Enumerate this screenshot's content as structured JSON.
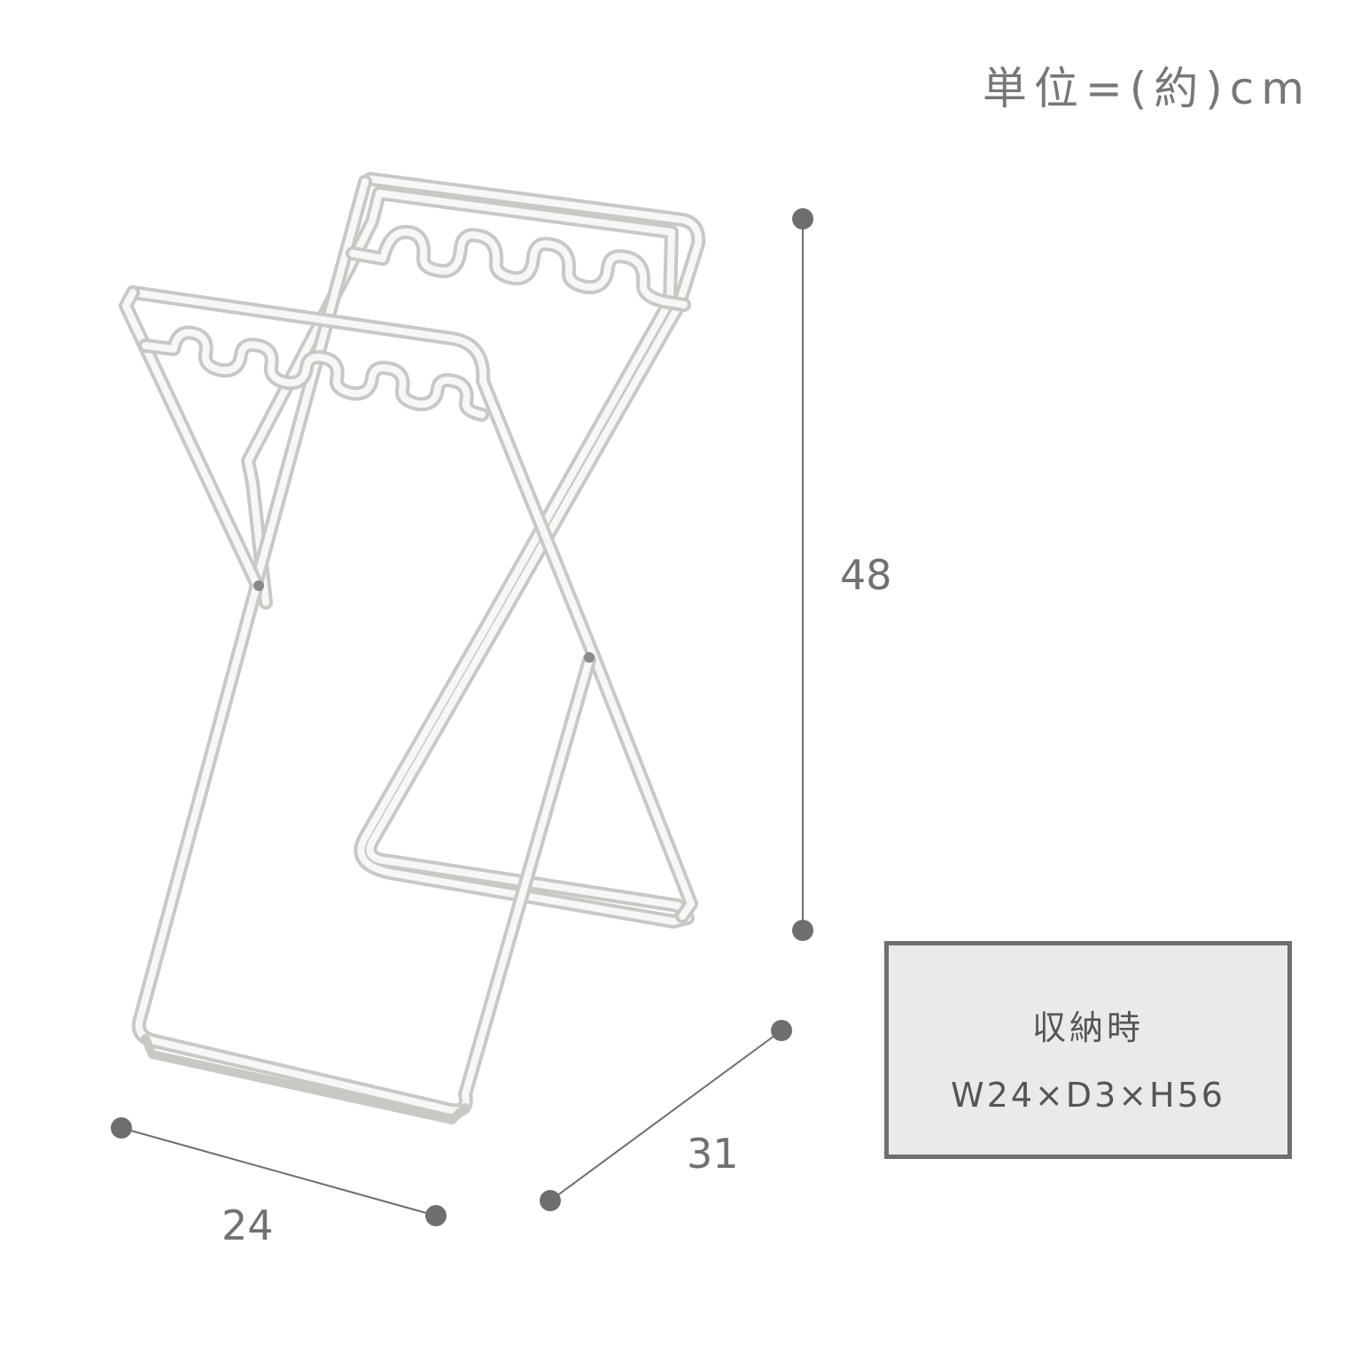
{
  "unit_label": "単位=(約)cm",
  "dimensions": {
    "height": "48",
    "width": "24",
    "depth": "31"
  },
  "storage": {
    "title": "収納時",
    "dims": "W24×D3×H56"
  },
  "colors": {
    "frame_stroke": "#c8c8c4",
    "frame_fill": "#f7f7f5",
    "dimension_line": "#6e6e6e",
    "dimension_dot": "#6e6e6e",
    "box_fill": "#eaeaea",
    "box_border": "#6f6f6f"
  }
}
